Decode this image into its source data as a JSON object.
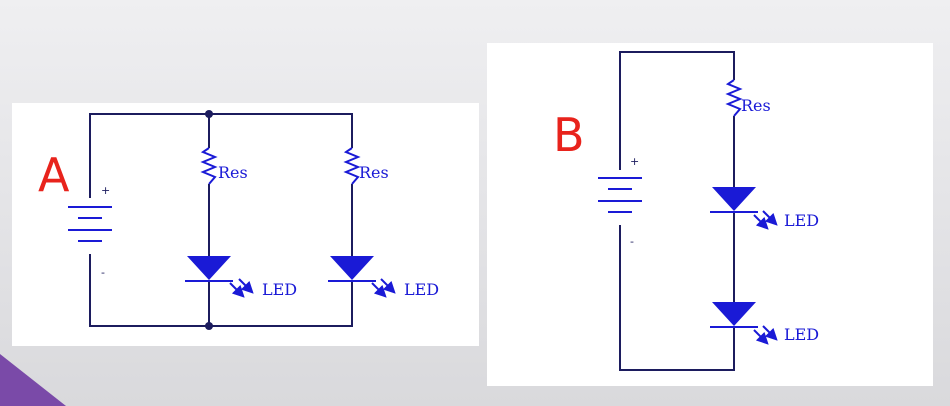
{
  "panel_a": {
    "label": "A",
    "battery": {
      "plus": "+",
      "minus": "-"
    },
    "branches": [
      {
        "resistor_label": "Res",
        "led_label": "LED"
      },
      {
        "resistor_label": "Res",
        "led_label": "LED"
      }
    ]
  },
  "panel_b": {
    "label": "B",
    "battery": {
      "plus": "+",
      "minus": "-"
    },
    "resistor_label": "Res",
    "leds": [
      {
        "label": "LED"
      },
      {
        "label": "LED"
      }
    ]
  },
  "colors": {
    "label_red": "#e8231c",
    "component_blue": "#1a1ad6",
    "wire_navy": "#1c1c5e",
    "corner_purple": "#7a4aa8"
  }
}
